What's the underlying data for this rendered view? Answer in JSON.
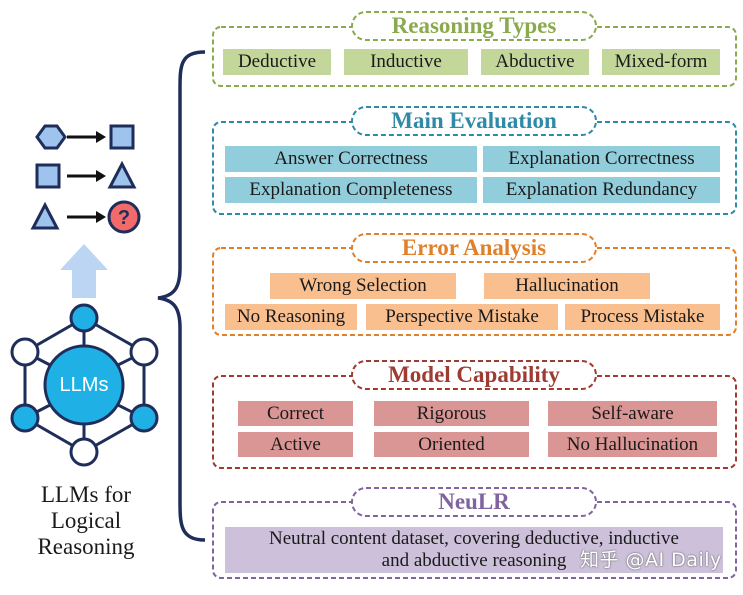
{
  "left": {
    "hub_label": "LLMs",
    "question_mark": "?",
    "caption_lines": [
      "LLMs for",
      "Logical",
      "Reasoning"
    ],
    "icons": [
      "hexagon-icon",
      "arrow-right-icon",
      "square-icon",
      "triangle-icon",
      "question-circle-icon",
      "arrow-up-icon",
      "network-hub-icon"
    ]
  },
  "sections": [
    {
      "id": "reasoning-types",
      "title": "Reasoning Types",
      "color": "#8aaa4e",
      "cell_color": "#c4d79b",
      "items": [
        "Deductive",
        "Inductive",
        "Abductive",
        "Mixed-form"
      ]
    },
    {
      "id": "main-evaluation",
      "title": "Main Evaluation",
      "color": "#2e8aa6",
      "cell_color": "#92cddc",
      "items": [
        "Answer Correctness",
        "Explanation Correctness",
        "Explanation Completeness",
        "Explanation Redundancy"
      ]
    },
    {
      "id": "error-analysis",
      "title": "Error Analysis",
      "color": "#e0802a",
      "cell_color": "#fabf8f",
      "items": [
        "Wrong Selection",
        "Hallucination",
        "No Reasoning",
        "Perspective Mistake",
        "Process Mistake"
      ]
    },
    {
      "id": "model-capability",
      "title": "Model Capability",
      "color": "#9e3b32",
      "cell_color": "#da9694",
      "items": [
        "Correct",
        "Rigorous",
        "Self-aware",
        "Active",
        "Oriented",
        "No Hallucination"
      ]
    },
    {
      "id": "neulr",
      "title": "NeuLR",
      "color": "#8064a2",
      "cell_color": "#ccc0da",
      "items": [
        "Neutral content dataset,  covering deductive, inductive",
        "and abductive reasoning"
      ]
    }
  ],
  "watermark": "知乎 @AI Daily",
  "colors": {
    "icon_blue": "#9ec3ec",
    "icon_outline": "#1f2d5a",
    "question_red": "#f26a6a",
    "hub_cyan": "#1fb1e6",
    "arrow_up": "#bcd5f2",
    "brace": "#1f2d5a"
  }
}
